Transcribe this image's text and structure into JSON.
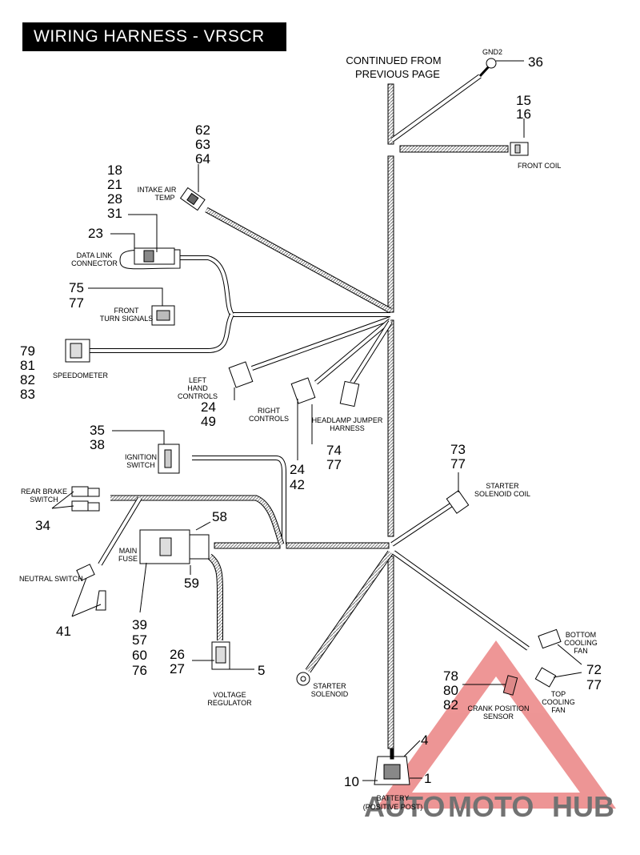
{
  "title": "WIRING HARNESS - VRSCR",
  "continued": [
    "CONTINUED FROM",
    "PREVIOUS PAGE"
  ],
  "labels": {
    "gnd2": "GND2",
    "front_coil": "FRONT COIL",
    "intake_air_temp": [
      "INTAKE AIR",
      "TEMP"
    ],
    "data_link_connector": [
      "DATA LINK",
      "CONNECTOR"
    ],
    "front_turn_signals": [
      "FRONT",
      "TURN SIGNALS"
    ],
    "speedometer": "SPEEDOMETER",
    "left_hand_controls": [
      "LEFT",
      "HAND",
      "CONTROLS"
    ],
    "right_controls": [
      "RIGHT",
      "CONTROLS"
    ],
    "headlamp_jumper_harness": [
      "HEADLAMP JUMPER",
      "HARNESS"
    ],
    "ignition_switch": [
      "IGNITION",
      "SWITCH"
    ],
    "rear_brake_switch": [
      "REAR BRAKE",
      "SWITCH"
    ],
    "starter_solenoid_coil": [
      "STARTER",
      "SOLENOID COIL"
    ],
    "main_fuse": [
      "MAIN",
      "FUSE"
    ],
    "neutral_switch": "NEUTRAL SWITCH",
    "voltage_regulator": [
      "VOLTAGE",
      "REGULATOR"
    ],
    "starter_solenoid": [
      "STARTER",
      "SOLENOID"
    ],
    "bottom_cooling_fan": [
      "BOTTOM",
      "COOLING",
      "FAN"
    ],
    "top_cooling_fan": [
      "TOP",
      "COOLING",
      "FAN"
    ],
    "crank_position_sensor": [
      "CRANK POSITION",
      "SENSOR"
    ],
    "battery": [
      "BATTERY",
      "(POSITIVE POST)"
    ]
  },
  "callouts": {
    "n36": "36",
    "n15_16": [
      "15",
      "16"
    ],
    "n62_64": [
      "62",
      "63",
      "64"
    ],
    "n18_31": [
      "18",
      "21",
      "28",
      "31"
    ],
    "n23": "23",
    "n75_77": [
      "75",
      "77"
    ],
    "n79_83": [
      "79",
      "81",
      "82",
      "83"
    ],
    "n24_49": [
      "24",
      "49"
    ],
    "n24_42": [
      "24",
      "42"
    ],
    "n74_77": [
      "74",
      "77"
    ],
    "n35_38": [
      "35",
      "38"
    ],
    "n34": "34",
    "n73_77": [
      "73",
      "77"
    ],
    "n58": "58",
    "n59": "59",
    "n41": "41",
    "n39_76": [
      "39",
      "57",
      "60",
      "76"
    ],
    "n26_27": [
      "26",
      "27"
    ],
    "n5": "5",
    "n72_77": [
      "72",
      "77"
    ],
    "n78_82": [
      "78",
      "80",
      "82"
    ],
    "n4": "4",
    "n10": "10",
    "n1": "1"
  },
  "watermark": {
    "part1": "AUTO",
    "part2": "MOTO",
    "part3": "HUB",
    "color": "#e04040"
  }
}
